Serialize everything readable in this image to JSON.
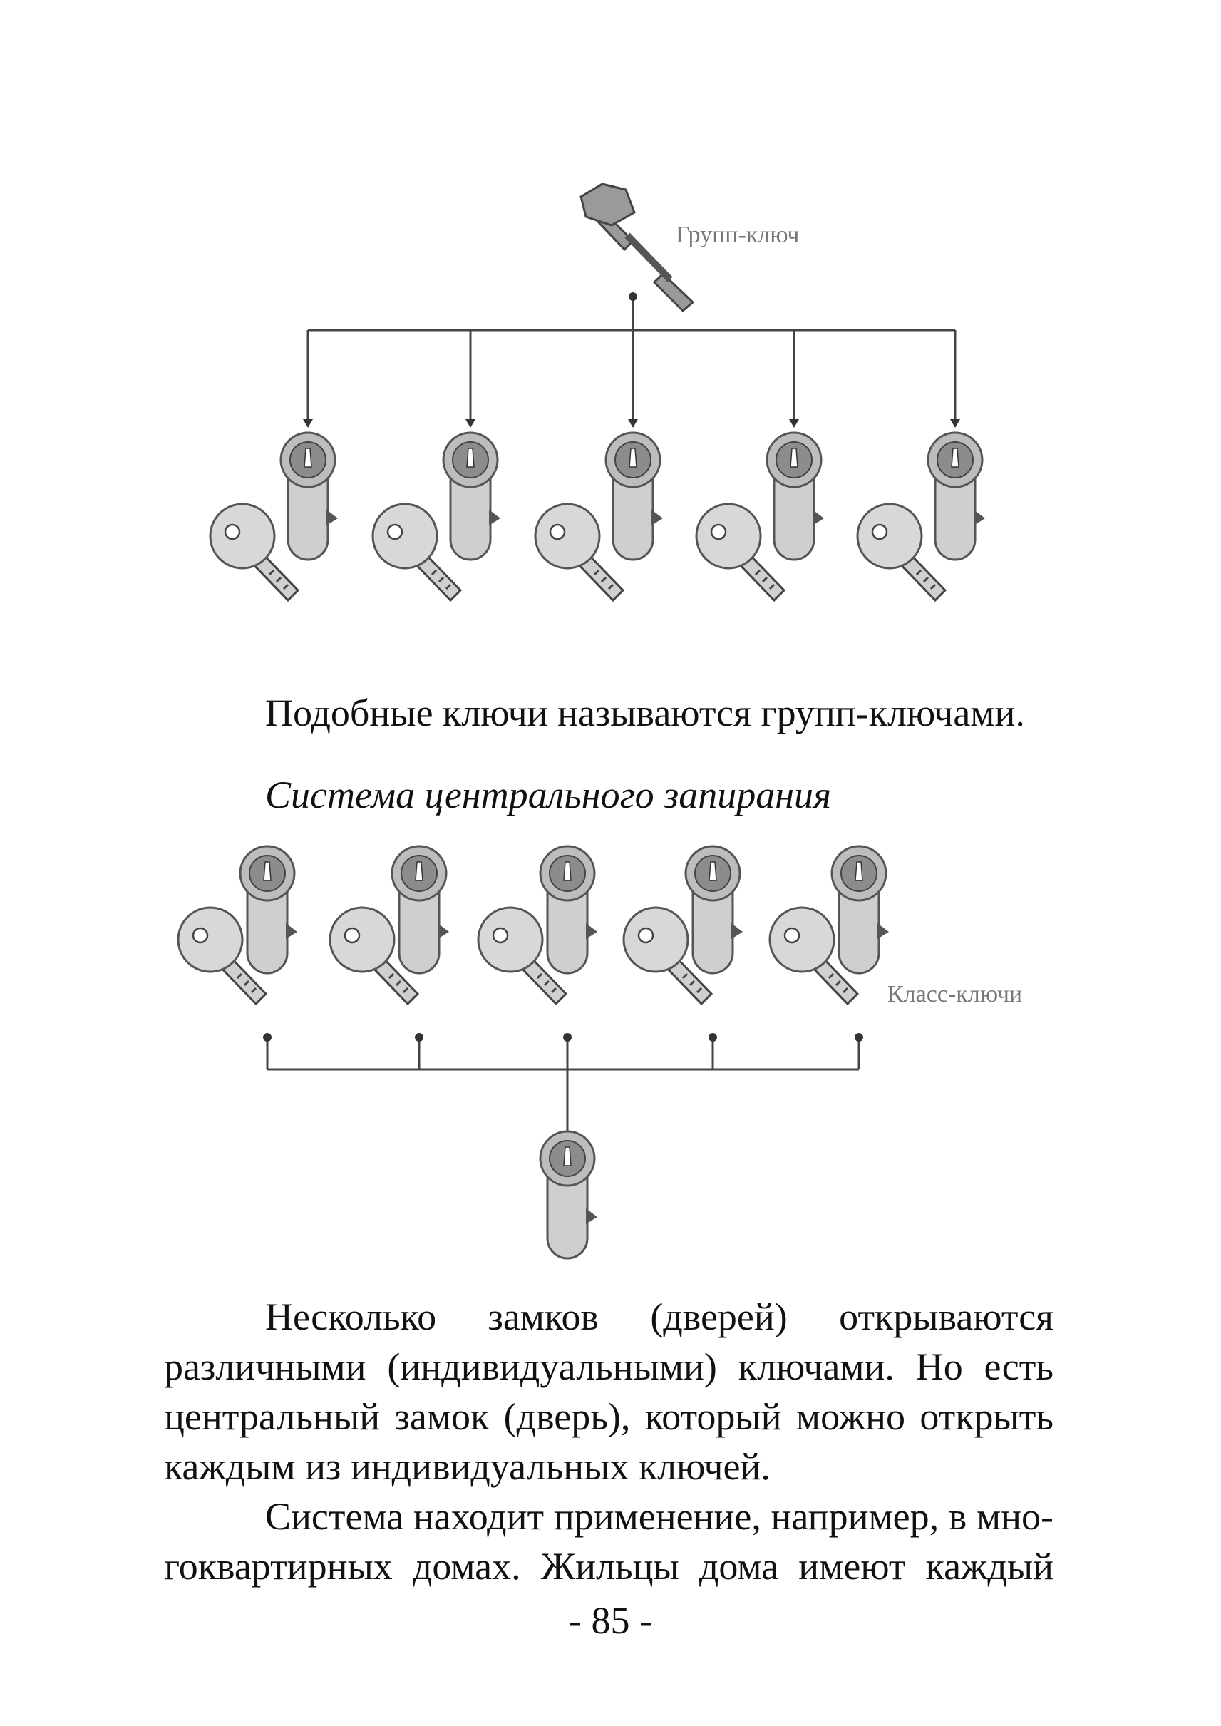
{
  "diagram_group": {
    "label": "Групп-ключ"
  },
  "caption": "Подобные ключи называются групп-ключами.",
  "heading": "Система центрального запирания",
  "diagram_central": {
    "label": "Класс-ключи"
  },
  "paragraphs": [
    {
      "lines": [
        "Несколько замков (дверей) открываются",
        "различными (индивидуальными) ключами. Но есть",
        "центральный замок (дверь), который можно открыть",
        "каждым из индивидуальных ключей."
      ]
    },
    {
      "lines": [
        "Система находит применение, например, в мно-",
        "гоквартирных домах. Жильцы дома имеют каждый"
      ]
    }
  ],
  "page_number": "- 85 -",
  "colors": {
    "key_fill": "#b5b5b5",
    "cylinder_fill": "#cfcfcf",
    "line": "#444444"
  }
}
